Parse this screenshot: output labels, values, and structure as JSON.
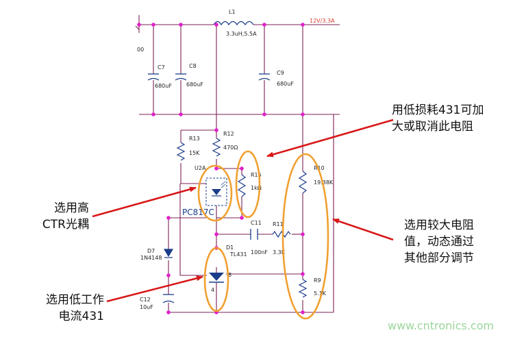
{
  "components": {
    "l1": {
      "ref": "L1",
      "value": "3.3uH,5.5A"
    },
    "output": {
      "label": "12V/3.3A"
    },
    "c7": {
      "ref": "C7",
      "value": "680uF"
    },
    "c8": {
      "ref": "C8",
      "value": "680uF"
    },
    "c9": {
      "ref": "C9",
      "value": "680uF"
    },
    "left_fragment": "00",
    "r13": {
      "ref": "R13",
      "value": "15K"
    },
    "r12": {
      "ref": "R12",
      "value": "470Ω"
    },
    "u2a": {
      "ref": "U2A"
    },
    "r15": {
      "ref": "R15",
      "value": "1kΩ"
    },
    "pc817": {
      "ref": "PC817C"
    },
    "r10": {
      "ref": "R10",
      "value": "19.38K"
    },
    "c11": {
      "ref": "C11",
      "value": "100nF"
    },
    "r11": {
      "ref": "R11",
      "value": "3.3K"
    },
    "d7": {
      "ref": "D7",
      "value": "1N4148"
    },
    "d1": {
      "ref": "D1",
      "value": "TL431"
    },
    "pin8": "8",
    "pin4": "4",
    "r9": {
      "ref": "R9",
      "value": "5.1K"
    },
    "c12": {
      "ref": "C12",
      "value": "10uF"
    }
  },
  "annotations": {
    "r15_note": [
      "用低损耗431可加",
      "大或取消此电阻"
    ],
    "ctr_note": [
      "选用高",
      "CTR光耦"
    ],
    "divider_note": [
      "选用较大电阻",
      "值，动态通过",
      "其他部分调节"
    ],
    "tl431_note": [
      "选用低工作",
      "电流431"
    ]
  },
  "watermark": "www.cntronics.com",
  "colors": {
    "wire": "#7a1f55",
    "node": "#e020c8",
    "highlight": "#f0a030",
    "arrow": "#d81818",
    "watermark": "#9bd69b"
  }
}
